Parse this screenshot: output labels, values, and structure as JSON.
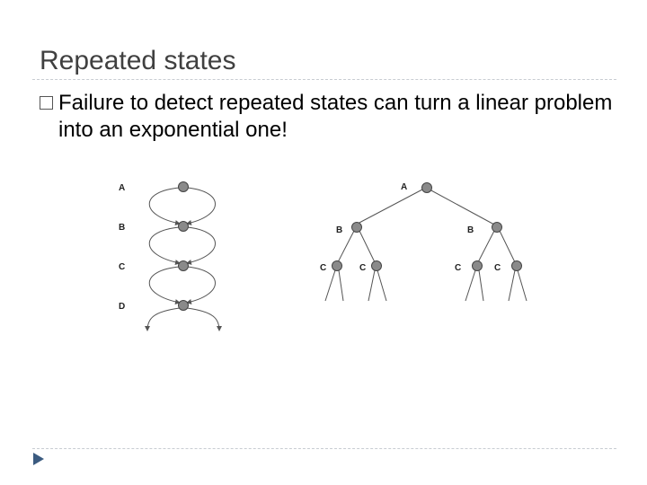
{
  "slide": {
    "title": "Repeated states",
    "bullet": "Failure to detect repeated states can turn a linear problem into an exponential one!"
  },
  "figure": {
    "chain_labels": [
      "A",
      "B",
      "C",
      "D"
    ],
    "tree": {
      "root": "A",
      "level1": [
        "B",
        "B"
      ],
      "level2": [
        "C",
        "C",
        "C",
        "C"
      ]
    }
  },
  "colors": {
    "node_fill": "#8a8a8a",
    "edge": "#555555",
    "title_text": "#404040",
    "rule": "#c8ccd2",
    "nav_arrow": "#3b5b80"
  },
  "icons": {
    "bullet": "hollow-square-icon",
    "nav": "triangle-right-icon"
  }
}
